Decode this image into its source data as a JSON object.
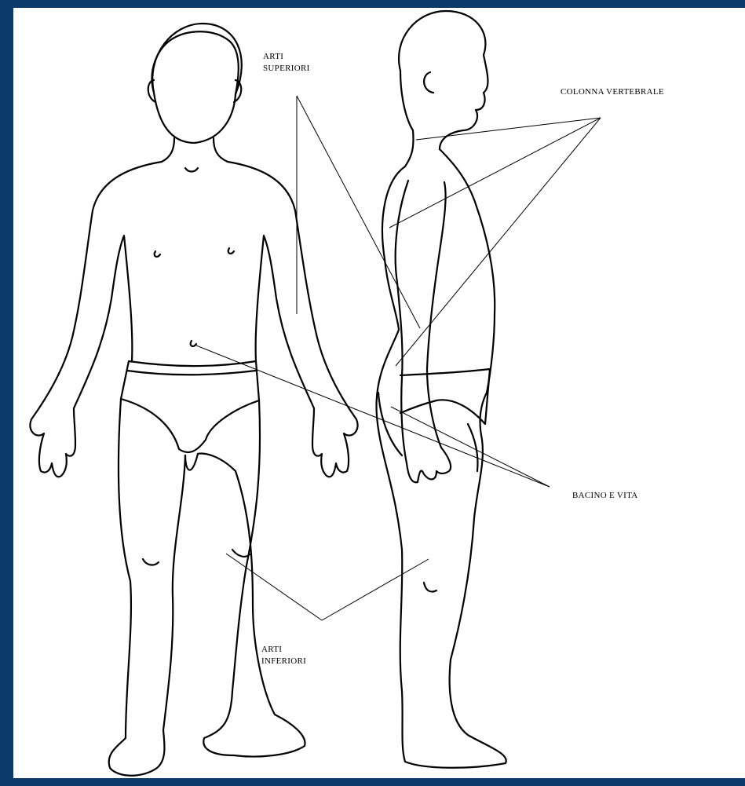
{
  "labels": {
    "arti_superiori": [
      "ARTI",
      "SUPERIORI"
    ],
    "colonna_vertebrale": "COLONNA VERTEBRALE",
    "bacino_e_vita": "BACINO E VITA",
    "arti_inferiori": [
      "ARTI",
      "INFERIORI"
    ]
  },
  "colors": {
    "frame": "#0b3a6b",
    "background": "#ffffff",
    "ink": "#000000"
  }
}
